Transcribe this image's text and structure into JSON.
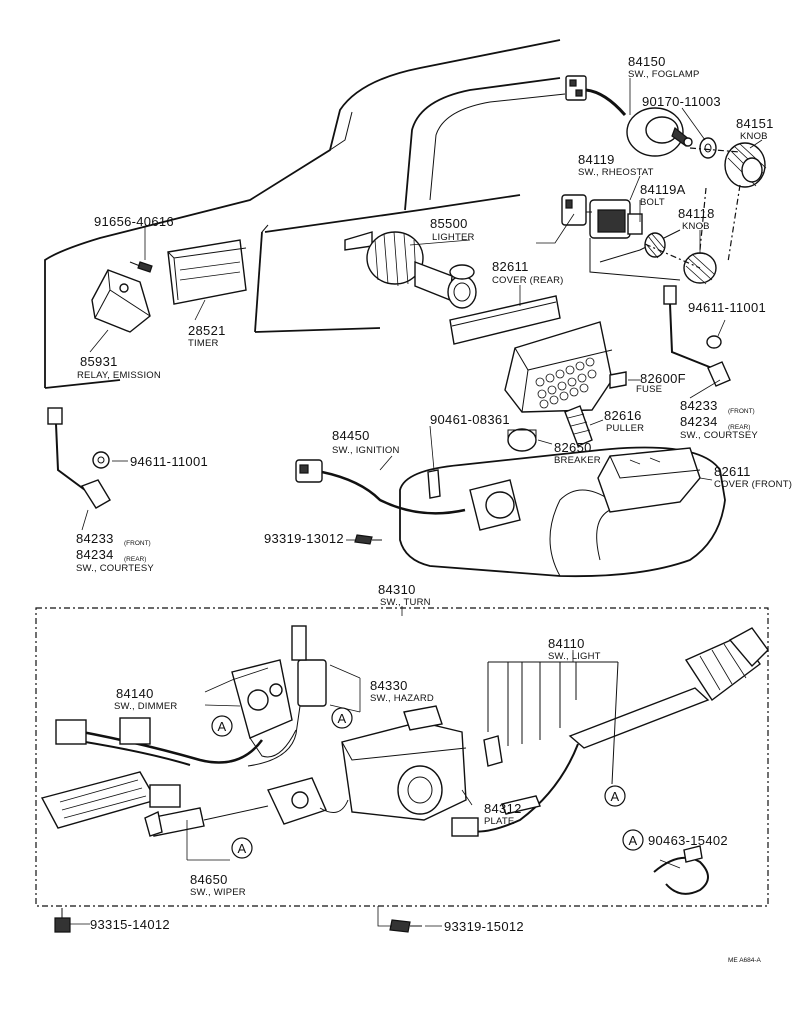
{
  "parts": {
    "p84150": {
      "num": "84150",
      "desc": "SW., FOGLAMP"
    },
    "p90170": {
      "num": "90170-11003"
    },
    "p84151": {
      "num": "84151",
      "desc": "KNOB"
    },
    "p84119": {
      "num": "84119",
      "desc": "SW., RHEOSTAT"
    },
    "p84119A": {
      "num": "84119A",
      "desc": "BOLT"
    },
    "p84118": {
      "num": "84118",
      "desc": "KNOB"
    },
    "p91656": {
      "num": "91656-40616"
    },
    "p85500": {
      "num": "85500",
      "desc": "LIGHTER"
    },
    "p82611r": {
      "num": "82611",
      "desc": "COVER (REAR)"
    },
    "p94611a": {
      "num": "94611-11001"
    },
    "p28521": {
      "num": "28521",
      "desc": "TIMER"
    },
    "p85931": {
      "num": "85931",
      "desc": "RELAY, EMISSION"
    },
    "p82600F": {
      "num": "82600F",
      "desc": "FUSE"
    },
    "p84233a": {
      "num": "84233",
      "q": "(FRONT)"
    },
    "p84234a": {
      "num": "84234",
      "q": "(REAR)",
      "desc": "SW., COURTSEY"
    },
    "p90461": {
      "num": "90461-08361"
    },
    "p82616": {
      "num": "82616",
      "desc": "PULLER"
    },
    "p84450": {
      "num": "84450",
      "desc": "SW., IGNITION"
    },
    "p82650": {
      "num": "82650",
      "desc": "BREAKER"
    },
    "p94611b": {
      "num": "94611-11001"
    },
    "p82611f": {
      "num": "82611",
      "desc": "COVER (FRONT)"
    },
    "p84233b": {
      "num": "84233",
      "q": "(FRONT)"
    },
    "p84234b": {
      "num": "84234",
      "q": "(REAR)",
      "desc": "SW., COURTESY"
    },
    "p93319a": {
      "num": "93319-13012"
    },
    "p84310": {
      "num": "84310",
      "desc": "SW., TURN"
    },
    "p84110": {
      "num": "84110",
      "desc": "SW., LIGHT"
    },
    "p84140": {
      "num": "84140",
      "desc": "SW., DIMMER"
    },
    "p84330": {
      "num": "84330",
      "desc": "SW., HAZARD"
    },
    "p84312": {
      "num": "84312",
      "desc": "PLATE"
    },
    "p84650": {
      "num": "84650",
      "desc": "SW., WIPER"
    },
    "p90463": {
      "num": "90463-15402"
    },
    "p93315": {
      "num": "93315-14012"
    },
    "p93319b": {
      "num": "93319-15012"
    }
  },
  "callout": {
    "letter": "A"
  },
  "drawing_code": "ME A684-A"
}
